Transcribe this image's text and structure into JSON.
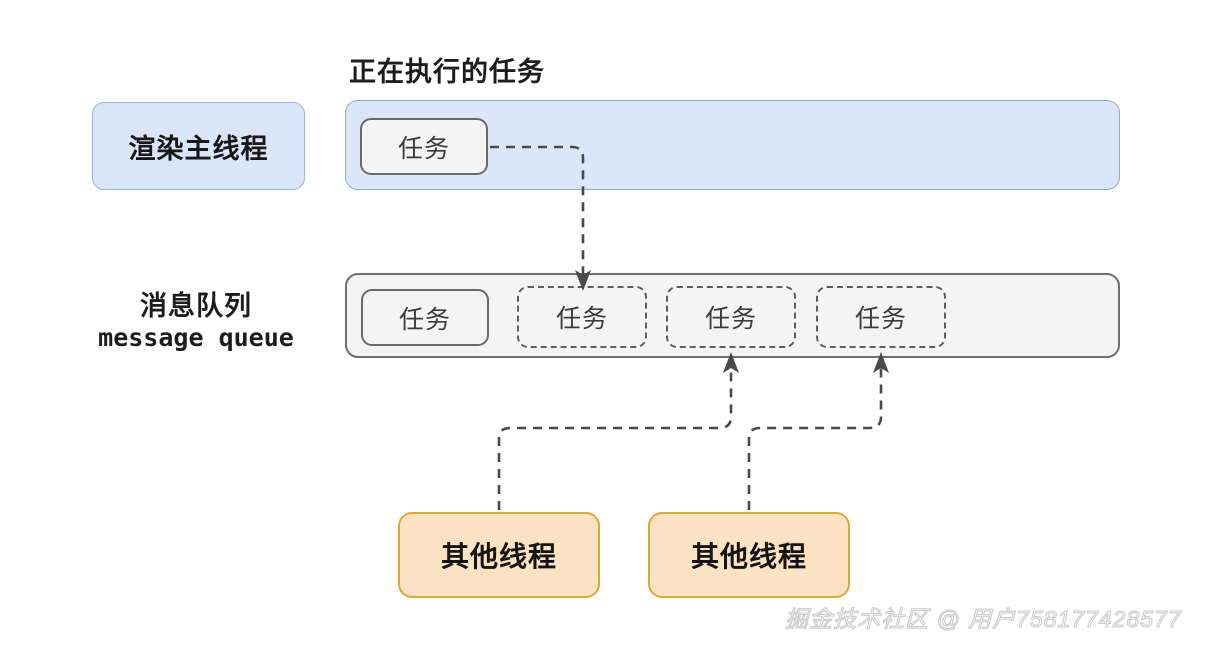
{
  "diagram": {
    "title_running_task": "正在执行的任务",
    "main_thread": {
      "label": "渲染主线程"
    },
    "queue": {
      "label_cn": "消息队列",
      "label_en": "message queue",
      "tasks": [
        {
          "label": "任务",
          "style": "solid"
        },
        {
          "label": "任务",
          "style": "dashed"
        },
        {
          "label": "任务",
          "style": "dashed"
        },
        {
          "label": "任务",
          "style": "dashed"
        }
      ]
    },
    "running_task": {
      "label": "任务"
    },
    "workers": [
      {
        "label": "其他线程"
      },
      {
        "label": "其他线程"
      }
    ],
    "colors": {
      "thread_fill": "#dbe5f8",
      "thread_border": "#9fb4dd",
      "lane_blue_fill": "#dce6f9",
      "lane_grey_fill": "#f4f4f4",
      "lane_grey_border": "#6f6f6f",
      "worker_fill": "#fbe2c3",
      "worker_border": "#d9a93c",
      "arrow": "#4a4a4a"
    }
  },
  "watermark": {
    "text": "掘金技术社区 @ 用户758177428577"
  }
}
